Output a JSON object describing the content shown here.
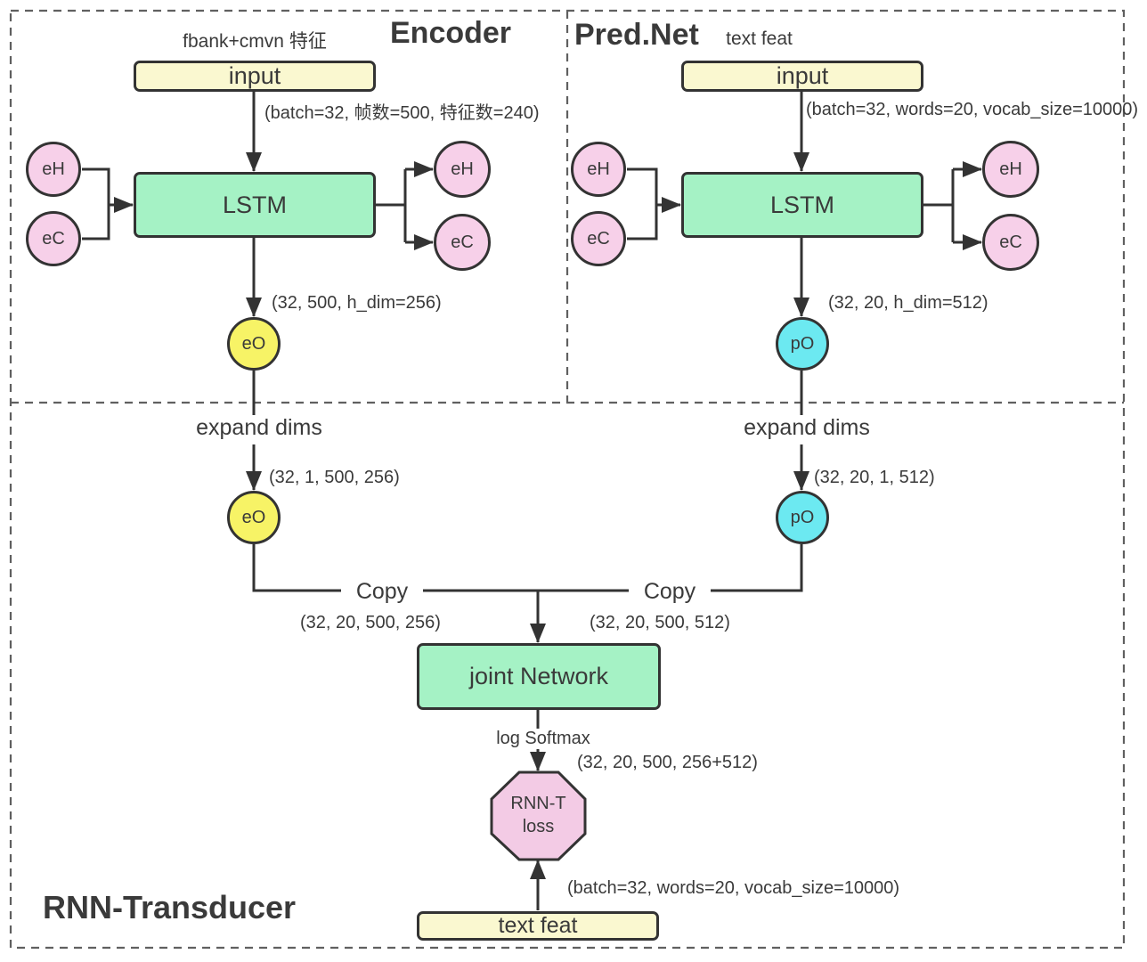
{
  "encoder": {
    "title": "Encoder",
    "feature_label": "fbank+cmvn 特征",
    "input_label": "input",
    "input_shape": "(batch=32, 帧数=500, 特征数=240)",
    "lstm_label": "LSTM",
    "hidden_label": "eH",
    "cell_label": "eC",
    "output_shape": "(32, 500, h_dim=256)",
    "output_label": "eO"
  },
  "prednet": {
    "title": "Pred.Net",
    "feature_label": "text feat",
    "input_label": "input",
    "input_shape": "(batch=32, words=20, vocab_size=10000)",
    "lstm_label": "LSTM",
    "hidden_label": "eH",
    "cell_label": "eC",
    "output_shape": "(32, 20, h_dim=512)",
    "output_label": "pO"
  },
  "transducer": {
    "title": "RNN-Transducer",
    "encoder_branch": {
      "expand_label": "expand dims",
      "expand_shape": "(32, 1, 500, 256)",
      "node_label": "eO",
      "copy_label": "Copy",
      "copy_shape": "(32, 20, 500, 256)"
    },
    "prednet_branch": {
      "expand_label": "expand dims",
      "expand_shape": "(32, 20, 1, 512)",
      "node_label": "pO",
      "copy_label": "Copy",
      "copy_shape": "(32, 20, 500, 512)"
    },
    "joint_label": "joint Network",
    "softmax_label": "log Softmax",
    "joint_output_shape": "(32, 20, 500, 256+512)",
    "loss_label_line1": "RNN-T",
    "loss_label_line2": "loss",
    "target_shape": "(batch=32, words=20, vocab_size=10000)",
    "target_label": "text feat"
  },
  "colors": {
    "io_box_fill": "#faf8d0",
    "layer_box_fill": "#a5f2c5",
    "state_node_fill": "#f7d0e9",
    "encoder_output_fill": "#f7f366",
    "prednet_output_fill": "#6ce9f1",
    "loss_fill": "#f3cbe5",
    "stroke": "#333333"
  }
}
